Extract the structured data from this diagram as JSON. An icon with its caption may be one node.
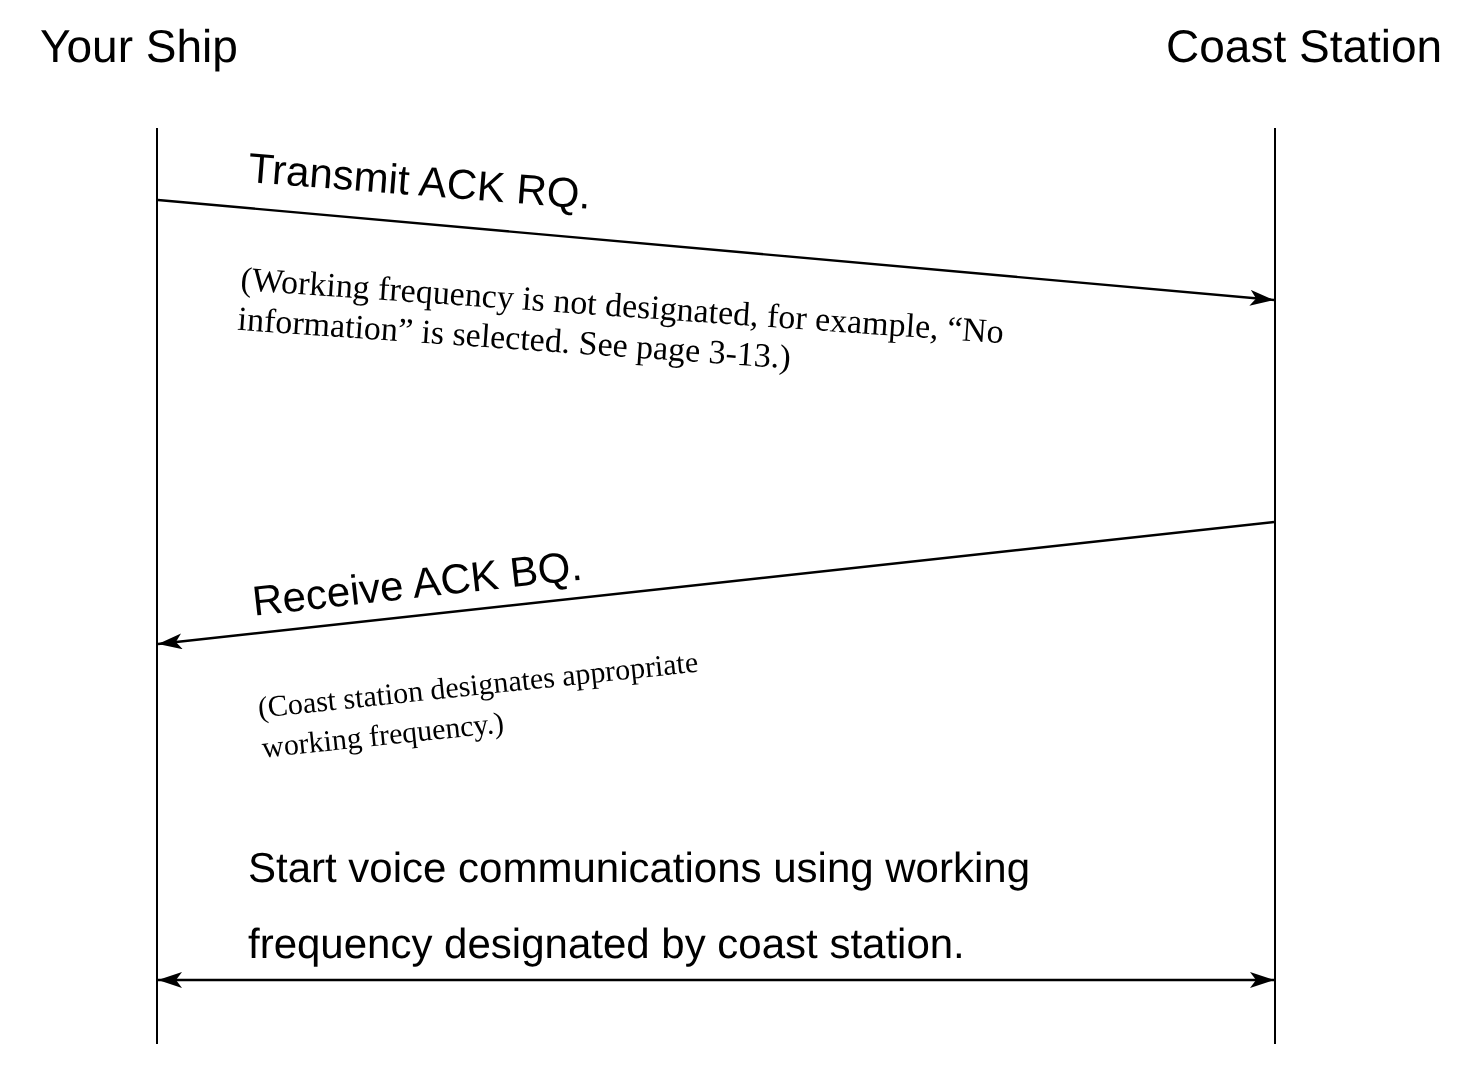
{
  "diagram": {
    "nodes": [
      {
        "text": [
          "Your Ship"
        ]
      },
      {
        "text": [
          "Coast Station"
        ]
      },
      {
        "text": [],
        "shape": "bar"
      },
      {
        "text": [],
        "shape": "bar"
      }
    ],
    "edges": [
      {
        "from": 2,
        "to": 3,
        "arrow": "to",
        "label": "Transmit ACK RQ."
      },
      {
        "from": 3,
        "to": 2,
        "arrow": "to",
        "label": "Receive ACK BQ."
      },
      {
        "from": 2,
        "to": 3,
        "arrow": "both",
        "label": "Start voice communications using working frequency designated by coast station."
      }
    ],
    "labels": [
      "(Working frequency is not designated, for example, “No information” is selected.  See page 3-13.)",
      "(Coast station designates appropriate working frequency.)"
    ]
  }
}
